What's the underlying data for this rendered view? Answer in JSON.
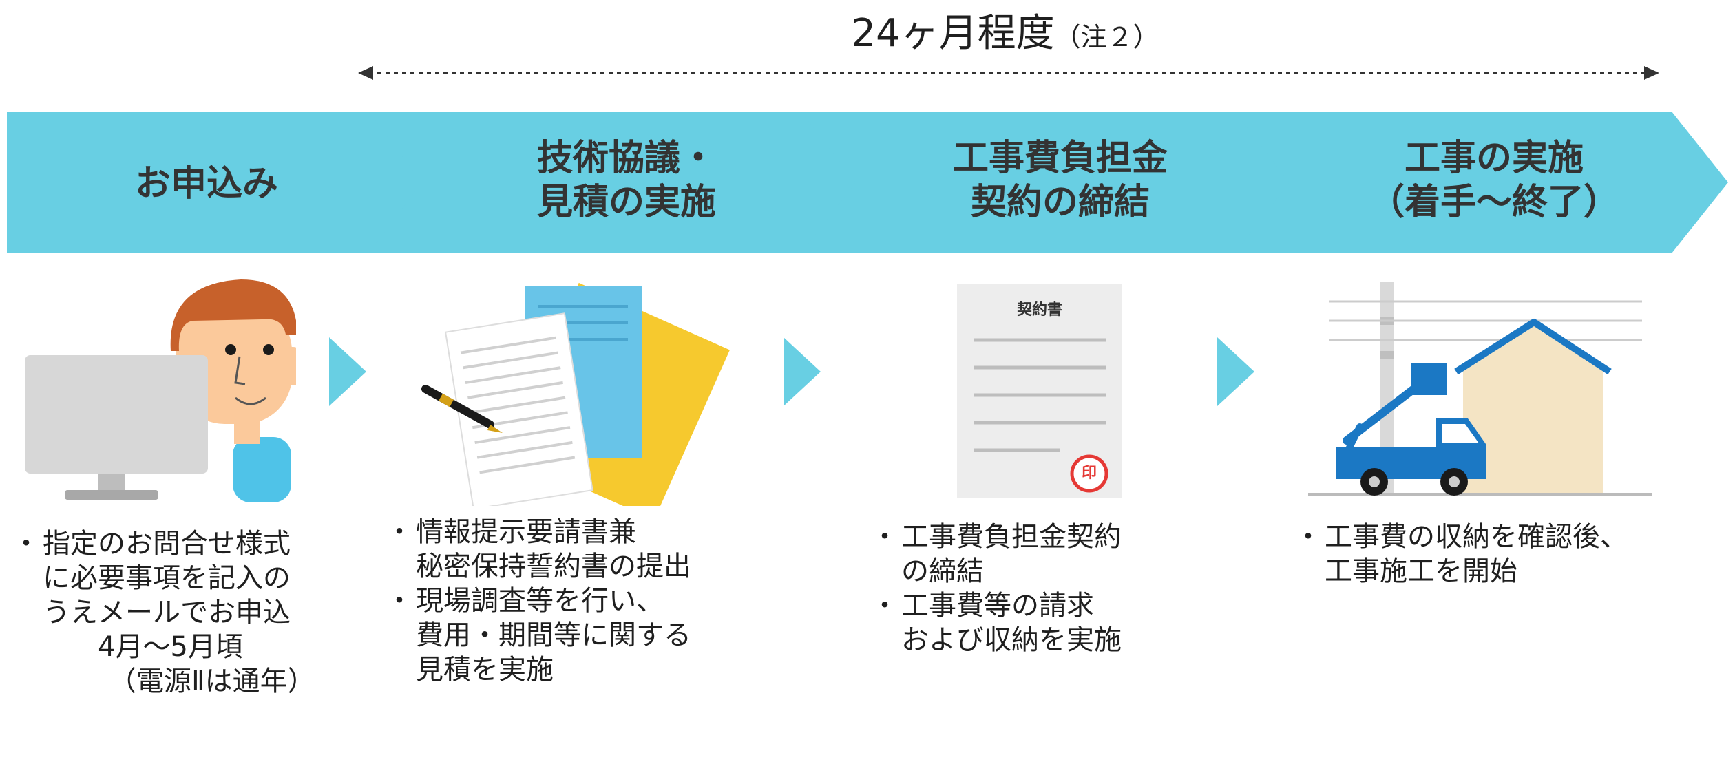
{
  "timeline": {
    "duration": "24ヶ月程度",
    "note": "（注２）"
  },
  "steps": [
    {
      "title_lines": [
        "お申込み"
      ]
    },
    {
      "title_lines": [
        "技術協議・",
        "見積の実施"
      ]
    },
    {
      "title_lines": [
        "工事費負担金",
        "契約の締結"
      ]
    },
    {
      "title_lines": [
        "工事の実施",
        "（着手〜終了）"
      ]
    }
  ],
  "contract_doc": {
    "heading": "契約書",
    "seal": "印"
  },
  "descriptions": {
    "step1": {
      "bullet_lines": [
        "指定のお問合せ様式",
        "に必要事項を記入の",
        "うえメールでお申込"
      ],
      "extra_lines": [
        "4月〜5月頃",
        "（電源Ⅱは通年）"
      ]
    },
    "step2": {
      "bullets": [
        {
          "lines": [
            "情報提示要請書兼",
            "秘密保持誓約書の提出"
          ]
        },
        {
          "lines": [
            "現場調査等を行い、",
            "費用・期間等に関する",
            "見積を実施"
          ]
        }
      ]
    },
    "step3": {
      "bullets": [
        {
          "lines": [
            "工事費負担金契約",
            "の締結"
          ]
        },
        {
          "lines": [
            "工事費等の請求",
            "および収納を実施"
          ]
        }
      ]
    },
    "step4": {
      "bullets": [
        {
          "lines": [
            "工事費の収納を確認後、",
            "工事施工を開始"
          ]
        }
      ]
    }
  },
  "colors": {
    "chevron": "#68cfe3",
    "accent_blue": "#1b78c4",
    "paper_yellow": "#f6c92e",
    "paper_blue": "#68c4e8",
    "house": "#f4e4c4",
    "skin": "#fbc99b",
    "hair": "#c7612b",
    "monitor": "#d7d7d7",
    "seal_red": "#e53935"
  }
}
